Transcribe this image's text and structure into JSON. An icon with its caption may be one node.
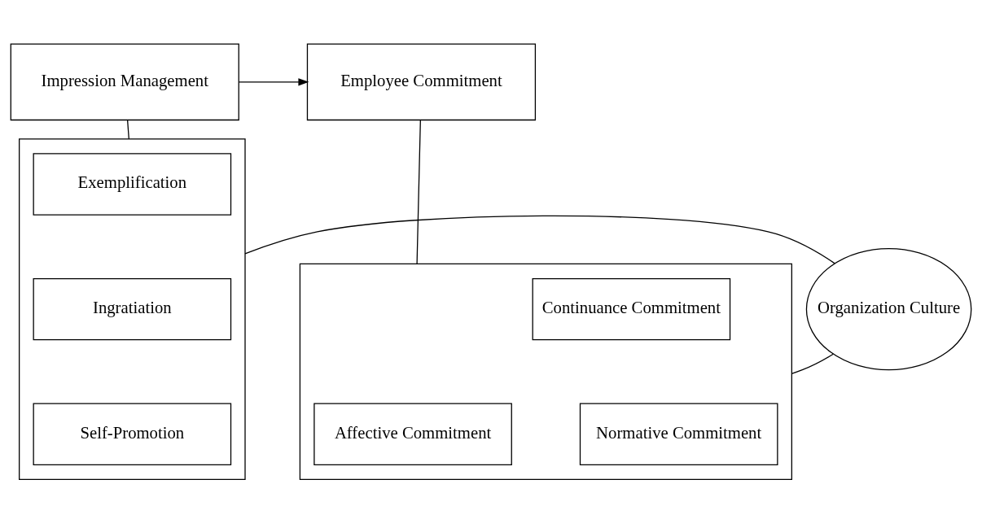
{
  "diagram": {
    "nodes": [
      {
        "text": [
          "Impression Management"
        ]
      },
      {
        "text": [
          "Employee Commitment"
        ]
      },
      {
        "text": [],
        "shape": "box"
      },
      {
        "text": [
          "Exemplification"
        ],
        "in": 2
      },
      {
        "text": [
          "Ingratiation"
        ],
        "in": 2
      },
      {
        "text": [
          "Self-Promotion"
        ],
        "in": 2
      },
      {
        "text": [],
        "shape": "box"
      },
      {
        "text": [
          "Affective Commitment"
        ],
        "in": 6
      },
      {
        "text": [
          "Continuance Commitment"
        ],
        "in": 6
      },
      {
        "text": [
          "Normative Commitment"
        ],
        "in": 6
      },
      {
        "text": [
          "Organization Culture"
        ]
      }
    ],
    "edges": [
      {
        "from": 0,
        "to": 1,
        "arrow": "to"
      },
      {
        "from": 0,
        "to": 2,
        "arrow": "none"
      },
      {
        "from": 1,
        "to": 6,
        "arrow": "none"
      },
      {
        "from": 2,
        "to": 10,
        "arrow": "none"
      },
      {
        "from": 10,
        "to": 6,
        "arrow": "none"
      }
    ]
  }
}
